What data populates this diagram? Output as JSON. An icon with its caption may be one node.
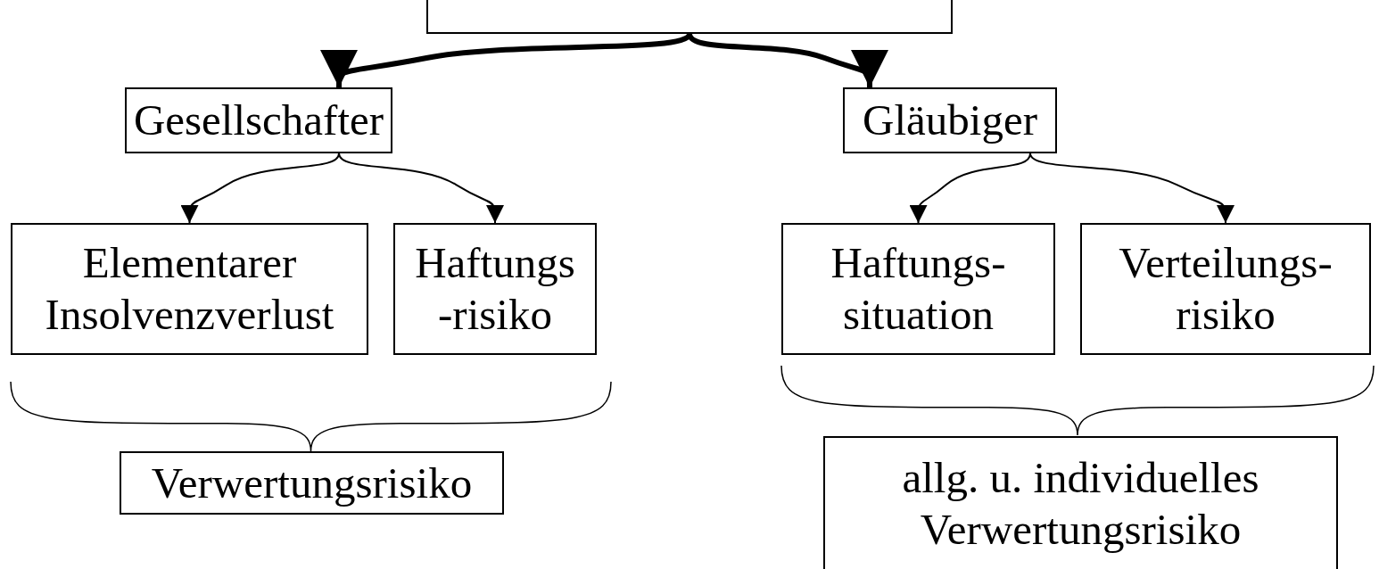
{
  "diagram": {
    "nodes": [
      {
        "text": [],
        "shape": "box"
      },
      {
        "text": [
          "Gesellschafter"
        ]
      },
      {
        "text": [
          "Gläubiger"
        ]
      },
      {
        "text": [
          "Elementarer Insolvenzverlust"
        ]
      },
      {
        "text": [
          "Haftungs -risiko"
        ]
      },
      {
        "text": [
          "Haftungs- situation"
        ]
      },
      {
        "text": [
          "Verteilungs- risiko"
        ]
      },
      {
        "text": [
          "Verwertungsrisiko"
        ]
      },
      {
        "text": [
          "allg. u. individuelles Verwertungsrisiko"
        ]
      }
    ],
    "edges": [
      {
        "from": 0,
        "to": 1,
        "arrow": "to",
        "style": "thick"
      },
      {
        "from": 0,
        "to": 2,
        "arrow": "to",
        "style": "thick"
      },
      {
        "from": 1,
        "to": 3,
        "arrow": "to"
      },
      {
        "from": 1,
        "to": 4,
        "arrow": "to"
      },
      {
        "from": 2,
        "to": 5,
        "arrow": "to"
      },
      {
        "from": 2,
        "to": 6,
        "arrow": "to"
      }
    ]
  }
}
